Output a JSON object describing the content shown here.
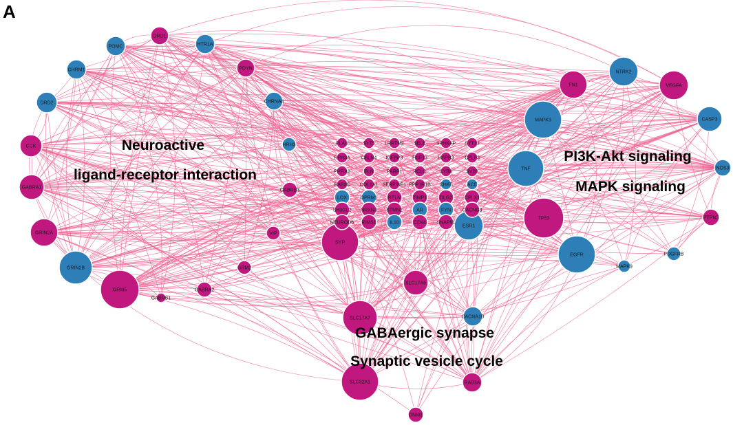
{
  "figure": {
    "panel_letter": "A",
    "colors": {
      "edge": "#ee5f8f",
      "pink": "#c0187f",
      "blue": "#2e7fb7",
      "stroke": "#ffffff"
    }
  },
  "annotations": [
    "Neuroactive",
    "ligand-receptor interaction",
    "PI3K-Akt signaling",
    "MAPK signaling",
    "GABAergic synapse",
    "Synaptic vesicle cycle"
  ],
  "nodes": [
    {
      "label": "DRD1",
      "color": "pink"
    },
    {
      "label": "POMC",
      "color": "blue"
    },
    {
      "label": "HTR1A",
      "color": "blue"
    },
    {
      "label": "CHRM1",
      "color": "blue"
    },
    {
      "label": "PDYN",
      "color": "pink"
    },
    {
      "label": "DRD2",
      "color": "blue"
    },
    {
      "label": "CHRNA4",
      "color": "blue"
    },
    {
      "label": "CCK",
      "color": "pink"
    },
    {
      "label": "HRH3",
      "color": "blue"
    },
    {
      "label": "GABRA1",
      "color": "pink"
    },
    {
      "label": "GABRB3",
      "color": "pink"
    },
    {
      "label": "GRIN2A",
      "color": "pink"
    },
    {
      "label": "VIP",
      "color": "pink"
    },
    {
      "label": "GRIN2B",
      "color": "blue"
    },
    {
      "label": "GRM2",
      "color": "pink"
    },
    {
      "label": "GRM5",
      "color": "pink"
    },
    {
      "label": "GABRA2",
      "color": "pink"
    },
    {
      "label": "GABRB1",
      "color": "pink"
    },
    {
      "label": "NTRK2",
      "color": "blue"
    },
    {
      "label": "FN1",
      "color": "pink"
    },
    {
      "label": "VEGFA",
      "color": "pink"
    },
    {
      "label": "CASP3",
      "color": "blue"
    },
    {
      "label": "MAPK3",
      "color": "blue"
    },
    {
      "label": "TNF",
      "color": "blue"
    },
    {
      "label": "NOS3",
      "color": "blue"
    },
    {
      "label": "TP53",
      "color": "pink"
    },
    {
      "label": "PTPN5",
      "color": "pink"
    },
    {
      "label": "EGFR",
      "color": "blue"
    },
    {
      "label": "PDGFRB",
      "color": "blue"
    },
    {
      "label": "MAPK9",
      "color": "blue"
    },
    {
      "label": "SYP",
      "color": "pink"
    },
    {
      "label": "ESR1",
      "color": "blue"
    },
    {
      "label": "SLC17A6",
      "color": "pink"
    },
    {
      "label": "SLC17A7",
      "color": "pink"
    },
    {
      "label": "CACNA1B",
      "color": "blue"
    },
    {
      "label": "SLC32A1",
      "color": "pink"
    },
    {
      "label": "RAB3A",
      "color": "pink"
    },
    {
      "label": "DNM1",
      "color": "pink"
    },
    {
      "label": "PLAU",
      "color": "pink"
    },
    {
      "label": "SYT5",
      "color": "pink"
    },
    {
      "label": "LRRTM2",
      "color": "pink"
    },
    {
      "label": "SELE",
      "color": "pink"
    },
    {
      "label": "SPHKAP",
      "color": "pink"
    },
    {
      "label": "SYT13",
      "color": "pink"
    },
    {
      "label": "RPH3A",
      "color": "pink"
    },
    {
      "label": "CBLN4",
      "color": "pink"
    },
    {
      "label": "IGFBP3",
      "color": "pink"
    },
    {
      "label": "FGF13",
      "color": "pink"
    },
    {
      "label": "HSPB3",
      "color": "pink"
    },
    {
      "label": "CELF3",
      "color": "pink"
    },
    {
      "label": "PPFIA2",
      "color": "pink"
    },
    {
      "label": "ELN",
      "color": "pink"
    },
    {
      "label": "PARP1",
      "color": "pink"
    },
    {
      "label": "PCLO",
      "color": "pink"
    },
    {
      "label": "CYBB",
      "color": "pink"
    },
    {
      "label": "SV2B",
      "color": "pink"
    },
    {
      "label": "RAB3C",
      "color": "pink"
    },
    {
      "label": "COL1A1",
      "color": "pink"
    },
    {
      "label": "SERPINE1",
      "color": "pink"
    },
    {
      "label": "PPP1R1B",
      "color": "pink"
    },
    {
      "label": "CHAT",
      "color": "blue"
    },
    {
      "label": "ACE",
      "color": "blue"
    },
    {
      "label": "LOX",
      "color": "blue"
    },
    {
      "label": "OPRM1",
      "color": "blue"
    },
    {
      "label": "RELN",
      "color": "pink"
    },
    {
      "label": "TIMP1",
      "color": "pink"
    },
    {
      "label": "DLG2",
      "color": "pink"
    },
    {
      "label": "CPLX1",
      "color": "pink"
    },
    {
      "label": "SH3GL2",
      "color": "pink"
    },
    {
      "label": "NRXN3",
      "color": "pink"
    },
    {
      "label": "STMN2",
      "color": "pink"
    },
    {
      "label": "AR",
      "color": "blue"
    },
    {
      "label": "FYN",
      "color": "blue"
    },
    {
      "label": "CACNG3",
      "color": "pink"
    },
    {
      "label": "NEUROD6",
      "color": "pink"
    },
    {
      "label": "RIMS1",
      "color": "pink"
    },
    {
      "label": "IL10",
      "color": "blue"
    },
    {
      "label": "CD44",
      "color": "pink"
    },
    {
      "label": "SNAP91",
      "color": "pink"
    }
  ]
}
